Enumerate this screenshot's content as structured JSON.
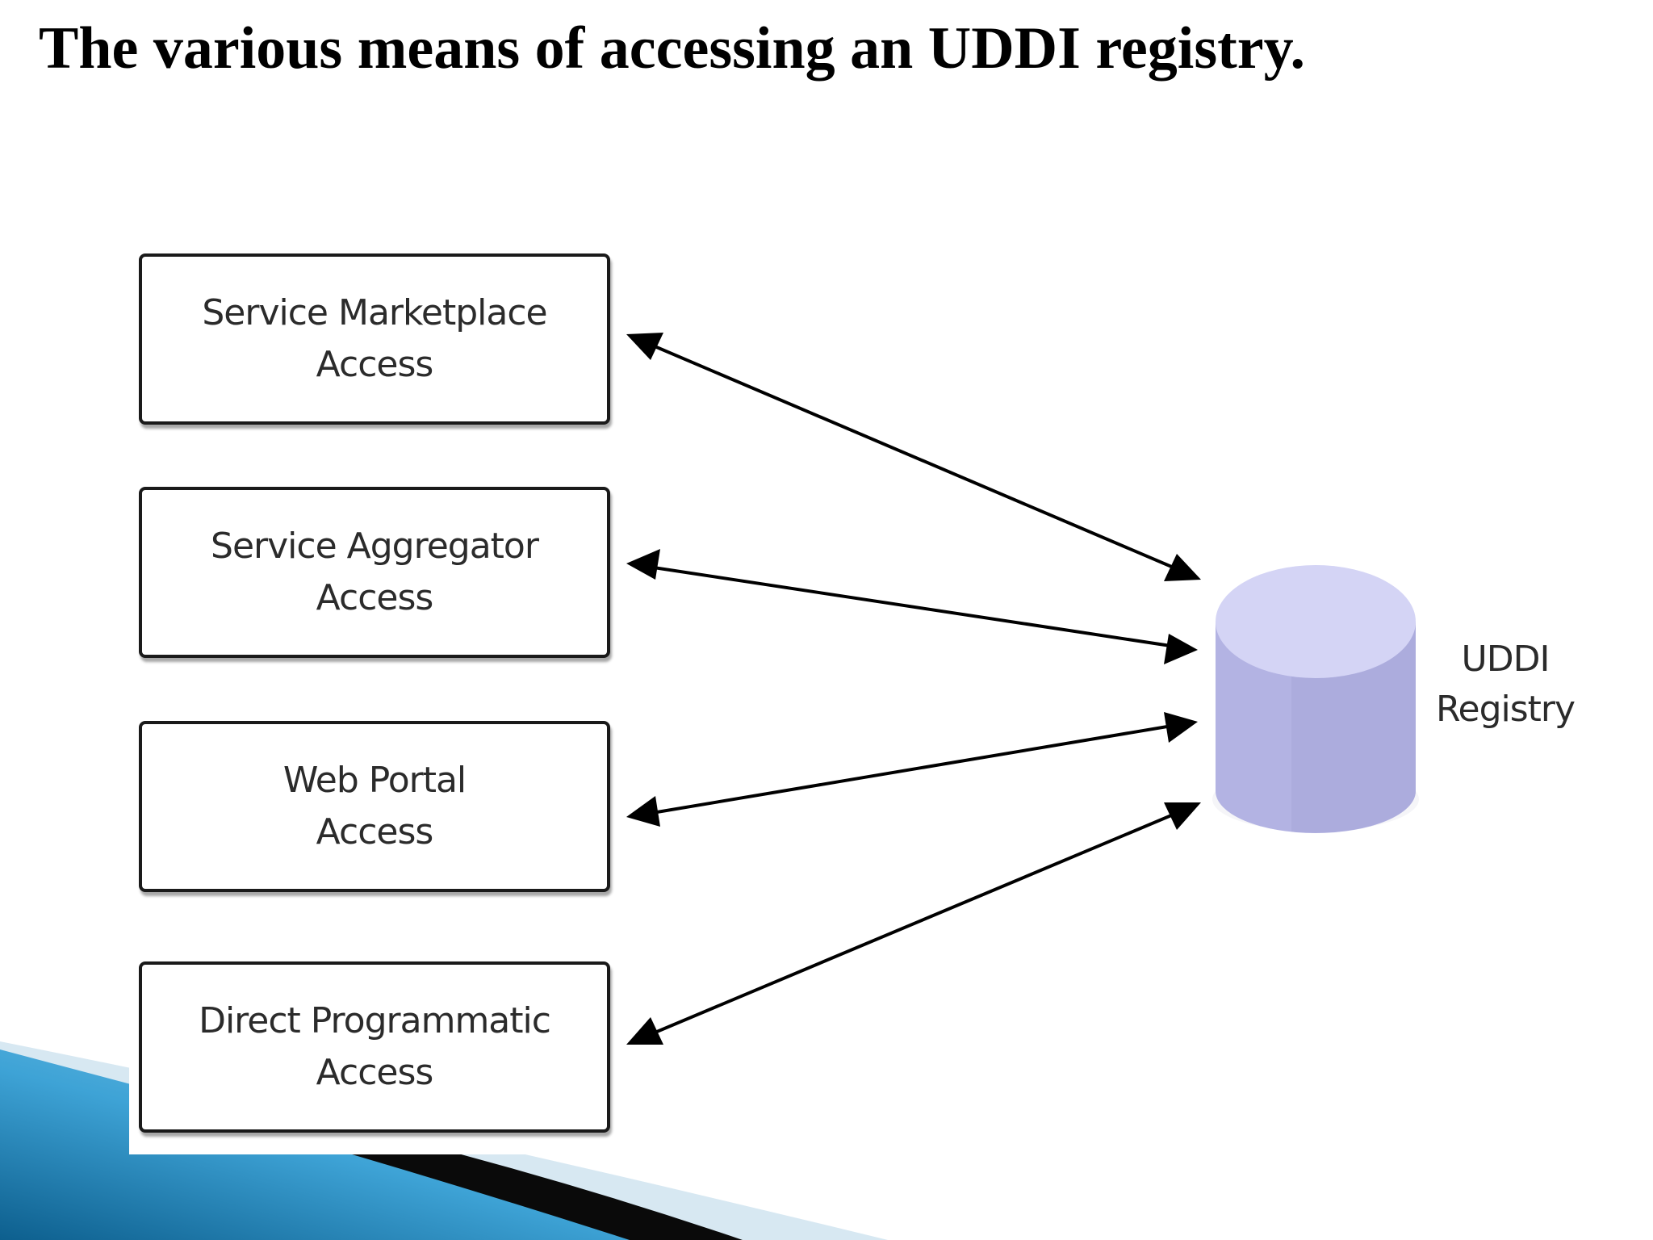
{
  "title": "The various means of accessing an UDDI registry.",
  "diagram": {
    "access_methods": [
      {
        "line1": "Service Marketplace",
        "line2": "Access"
      },
      {
        "line1": "Service Aggregator",
        "line2": "Access"
      },
      {
        "line1": "Web Portal",
        "line2": "Access"
      },
      {
        "line1": "Direct Programmatic",
        "line2": "Access"
      }
    ],
    "registry": {
      "line1": "UDDI",
      "line2": "Registry"
    },
    "colors": {
      "registry_top": "#d6d6f4",
      "registry_body": "#b8b8e6",
      "arrow": "#000000",
      "accent_blue": "#3a9bd0",
      "accent_dark": "#0a0a0a"
    }
  }
}
